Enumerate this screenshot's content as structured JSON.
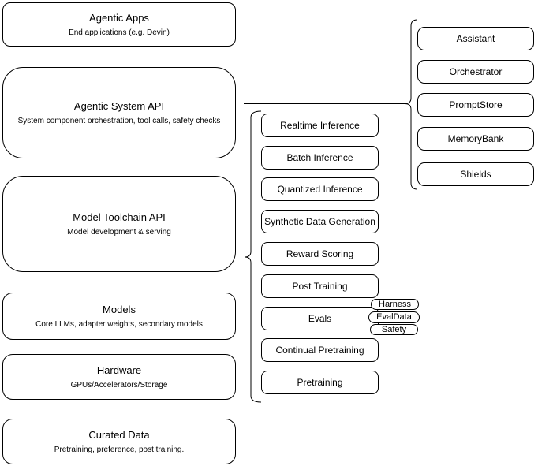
{
  "stack_layers": [
    {
      "title": "Agentic Apps",
      "subtitle": "End applications (e.g. Devin)"
    },
    {
      "title": "Agentic System API",
      "subtitle": "System component orchestration, tool calls, safety checks"
    },
    {
      "title": "Model Toolchain API",
      "subtitle": "Model development & serving"
    },
    {
      "title": "Models",
      "subtitle": "Core LLMs, adapter weights, secondary models"
    },
    {
      "title": "Hardware",
      "subtitle": "GPUs/Accelerators/Storage"
    },
    {
      "title": "Curated Data",
      "subtitle": "Pretraining, preference, post training."
    }
  ],
  "toolchain": {
    "items": [
      "Realtime Inference",
      "Batch Inference",
      "Quantized Inference",
      "Synthetic Data Generation",
      "Reward Scoring",
      "Post Training",
      "Evals",
      "Continual Pretraining",
      "Pretraining"
    ],
    "eval_tags": [
      "Harness",
      "EvalData",
      "Safety"
    ]
  },
  "system_components": [
    "Assistant",
    "Orchestrator",
    "PromptStore",
    "MemoryBank",
    "Shields"
  ],
  "colors": {
    "border": "#000000",
    "fill": "#ffffff",
    "text": "#000000"
  }
}
